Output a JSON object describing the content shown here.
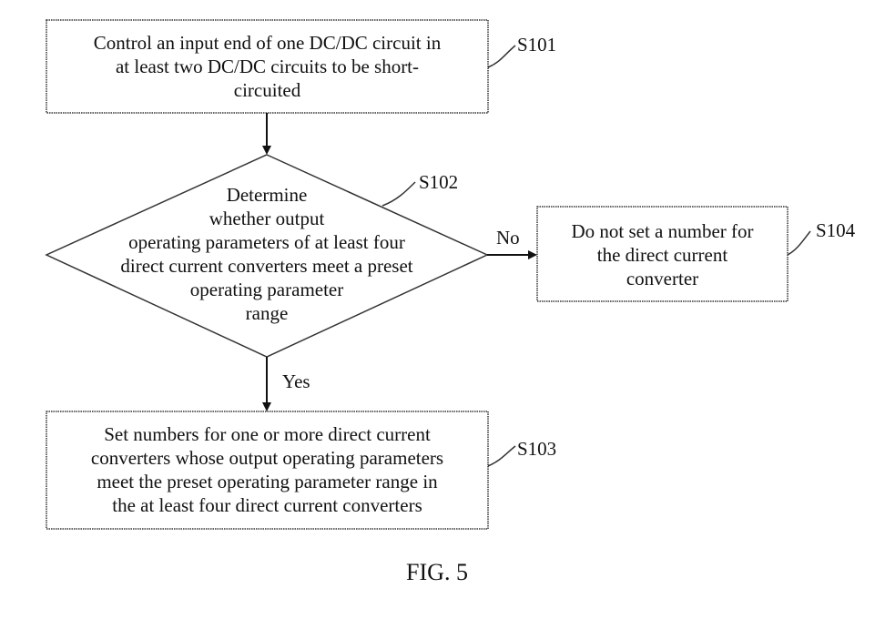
{
  "figure_label": "FIG. 5",
  "steps": {
    "s101": {
      "id": "S101",
      "lines": [
        "Control an input end of one DC/DC circuit in",
        "at least two DC/DC circuits to be short-",
        "circuited"
      ]
    },
    "s102": {
      "id": "S102",
      "lines": [
        "Determine",
        "whether output",
        "operating parameters of at least four",
        "direct current converters meet a preset",
        "operating parameter",
        "range"
      ]
    },
    "s103": {
      "id": "S103",
      "lines": [
        "Set numbers for one or more direct current",
        "converters whose output operating parameters",
        "meet the preset operating parameter range in",
        "the at least four direct current converters"
      ]
    },
    "s104": {
      "id": "S104",
      "lines": [
        "Do not set a number for",
        "the direct current",
        "converter"
      ]
    }
  },
  "edges": {
    "no_label": "No",
    "yes_label": "Yes"
  }
}
